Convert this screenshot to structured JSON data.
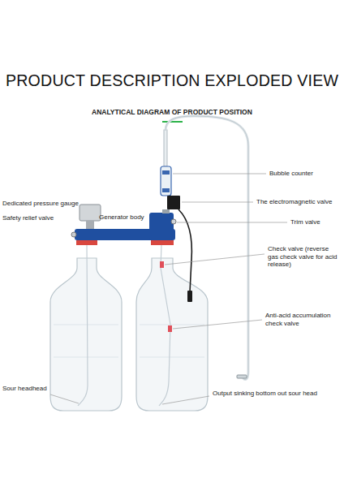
{
  "diagram": {
    "title": "PRODUCT DESCRIPTION EXPLODED VIEW",
    "labels": [
      "ANALYTICAL DIAGRAM OF PRODUCT POSITION",
      "Bubble counter",
      "Dedicated pressure gauge",
      "The electromagnetic valve",
      "Generator body",
      "Safety relief valve",
      "Trim valve",
      "Check valve (reverse gas check valve for acid release)",
      "Anti-acid accumulation check valve",
      "Sour headhead",
      "Output sinking bottom out sour head"
    ]
  }
}
